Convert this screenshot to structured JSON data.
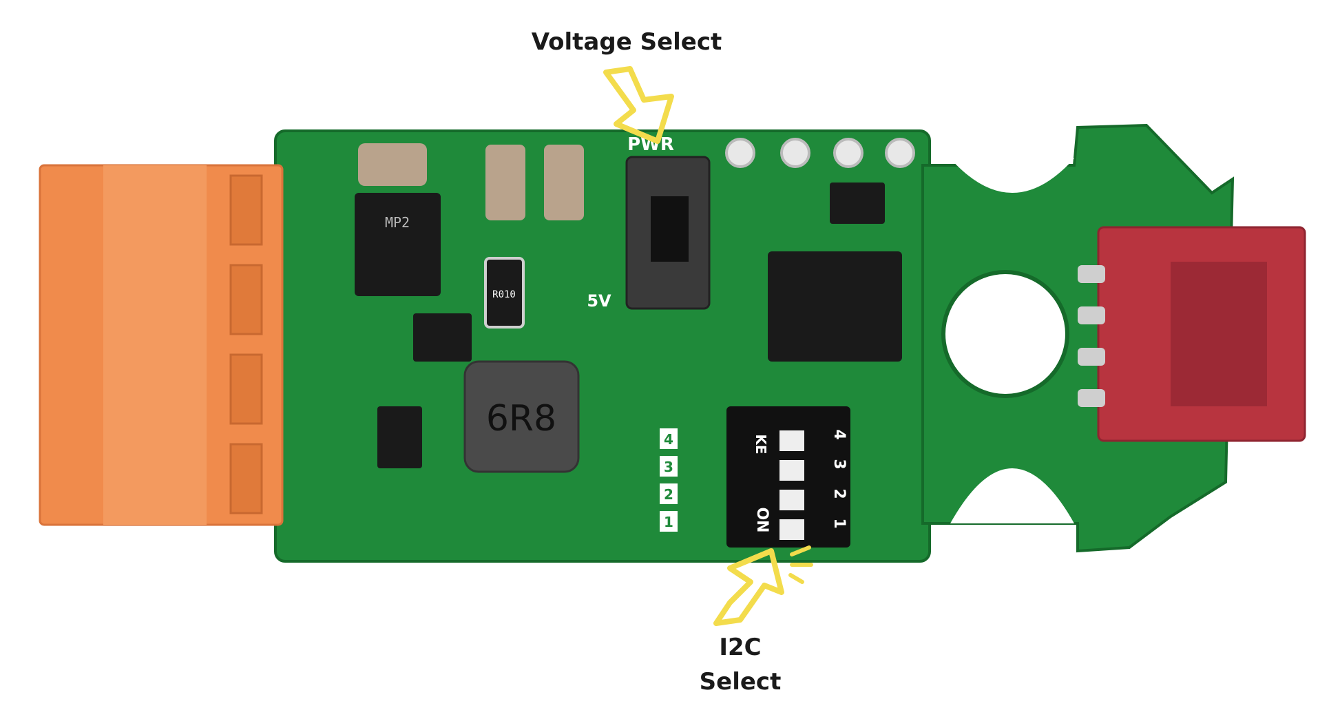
{
  "annotations": {
    "voltage_select": "Voltage Select",
    "i2c_line1": "I2C",
    "i2c_line2": "Select"
  },
  "board_silkscreen": {
    "pwr": "PWR",
    "five_v": "5V",
    "inductor": "6R8",
    "resistor": "R010",
    "ic_top": "MP2",
    "dip_on": "ON",
    "dip_ke": "KE",
    "dip_numbers": [
      "1",
      "2",
      "3",
      "4"
    ],
    "side_numbers": [
      "1",
      "2",
      "3",
      "4"
    ]
  },
  "colors": {
    "pcb": "#1f8a3a",
    "pcb_edge": "#156a2a",
    "terminal": "#f08b4c",
    "connector": "#b8343f",
    "arrow": "#f3dc4c",
    "chip": "#1a1a1a",
    "pad": "#cfcfcf"
  }
}
